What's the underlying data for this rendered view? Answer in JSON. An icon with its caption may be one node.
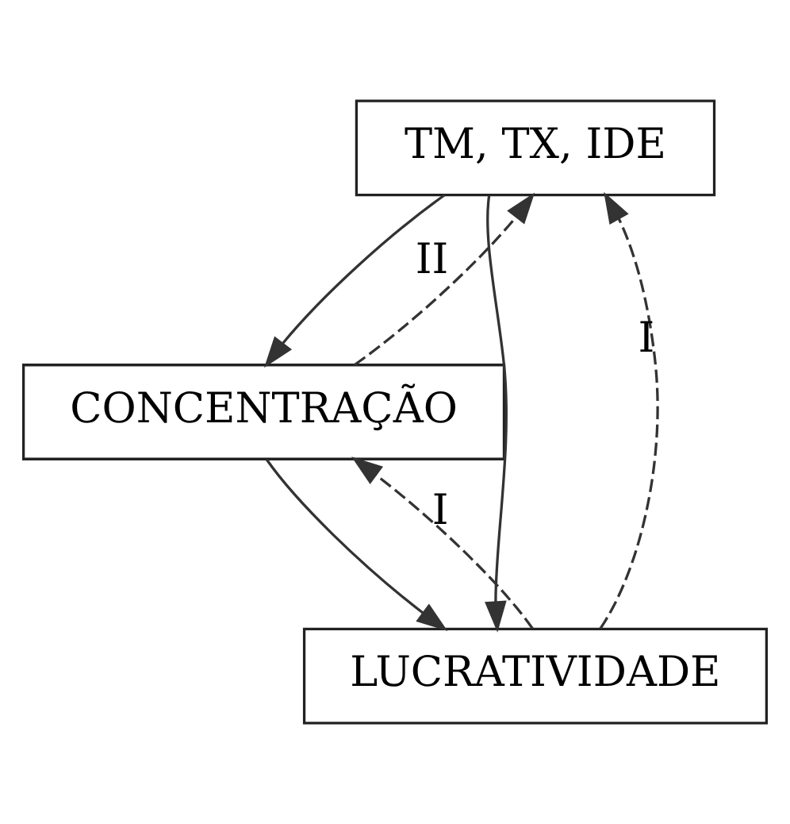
{
  "diagram": {
    "nodes": [
      {
        "text": [
          "TM, TX, IDE"
        ]
      },
      {
        "text": [
          "CONCENTRAÇÃO"
        ]
      },
      {
        "text": [
          "LUCRATIVIDADE"
        ]
      }
    ],
    "edges": [
      {
        "from": 0,
        "to": 1,
        "arrow": "to"
      },
      {
        "from": 1,
        "to": 2,
        "arrow": "to"
      },
      {
        "from": 0,
        "to": 2,
        "arrow": "to"
      },
      {
        "from": 2,
        "to": 0,
        "arrow": "to",
        "label": "I",
        "style": "dashed"
      },
      {
        "from": 2,
        "to": 1,
        "arrow": "to",
        "label": "I",
        "style": "dashed"
      },
      {
        "from": 1,
        "to": 0,
        "arrow": "to",
        "label": "II",
        "style": "dashed"
      }
    ]
  }
}
